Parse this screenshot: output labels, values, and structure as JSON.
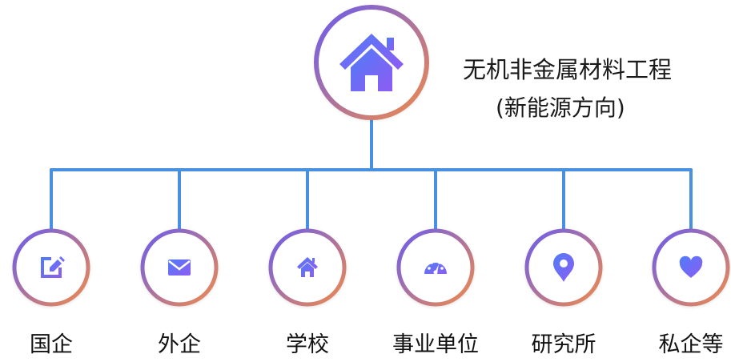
{
  "root": {
    "title_line1": "无机非金属材料工程",
    "title_line2": "(新能源方向)",
    "icon": "home-icon"
  },
  "branches": [
    {
      "label": "国企",
      "icon": "edit-icon"
    },
    {
      "label": "外企",
      "icon": "mail-icon"
    },
    {
      "label": "学校",
      "icon": "home-icon"
    },
    {
      "label": "事业单位",
      "icon": "dashboard-icon"
    },
    {
      "label": "研究所",
      "icon": "map-pin-icon"
    },
    {
      "label": "私企等",
      "icon": "heart-icon"
    }
  ],
  "colors": {
    "ring_gradient_start": "#6a5cf0",
    "ring_gradient_end": "#f08a4b",
    "icon_gradient_start": "#4f7cf7",
    "icon_gradient_end": "#8e5cf4",
    "connector": "#4a90e2"
  }
}
